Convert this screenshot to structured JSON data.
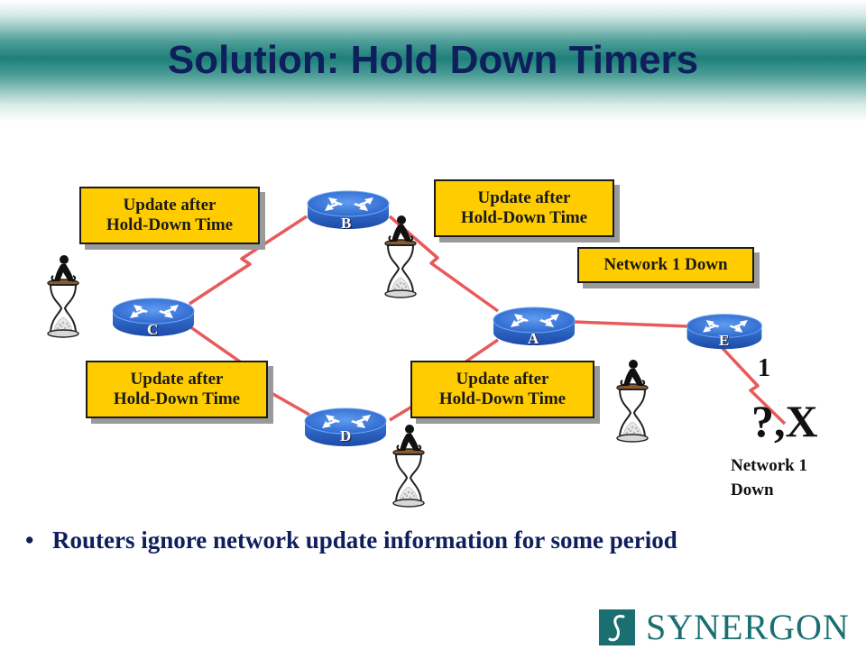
{
  "title": "Solution: Hold Down Timers",
  "colors": {
    "accent": "#0f1f5c",
    "teal": "#1a6f70",
    "label_fill": "#ffcc00",
    "link": "#e85a5a",
    "router": "#2f6fd6"
  },
  "routers": {
    "a": "A",
    "b": "B",
    "c": "C",
    "d": "D",
    "e": "E"
  },
  "labels": {
    "update_c_line1": "Update after",
    "update_c_line2": "Hold-Down Time",
    "update_b_line1": "Update after",
    "update_b_line2": "Hold-Down Time",
    "update_d_line1": "Update after",
    "update_d_line2": "Hold-Down Time",
    "update_a_line1": "Update after",
    "update_a_line2": "Hold-Down Time",
    "network_down": "Network 1 Down"
  },
  "network": {
    "number": "1",
    "failed": "?,X",
    "down_line1": "Network 1",
    "down_line2": "Down"
  },
  "bullet": {
    "marker": "•",
    "text": "Routers ignore network update information for some period"
  },
  "logo": {
    "mark": "S",
    "text": "SYNERGON"
  },
  "icons": [
    "router-icon",
    "hourglass-timer-icon",
    "zigzag-link"
  ]
}
